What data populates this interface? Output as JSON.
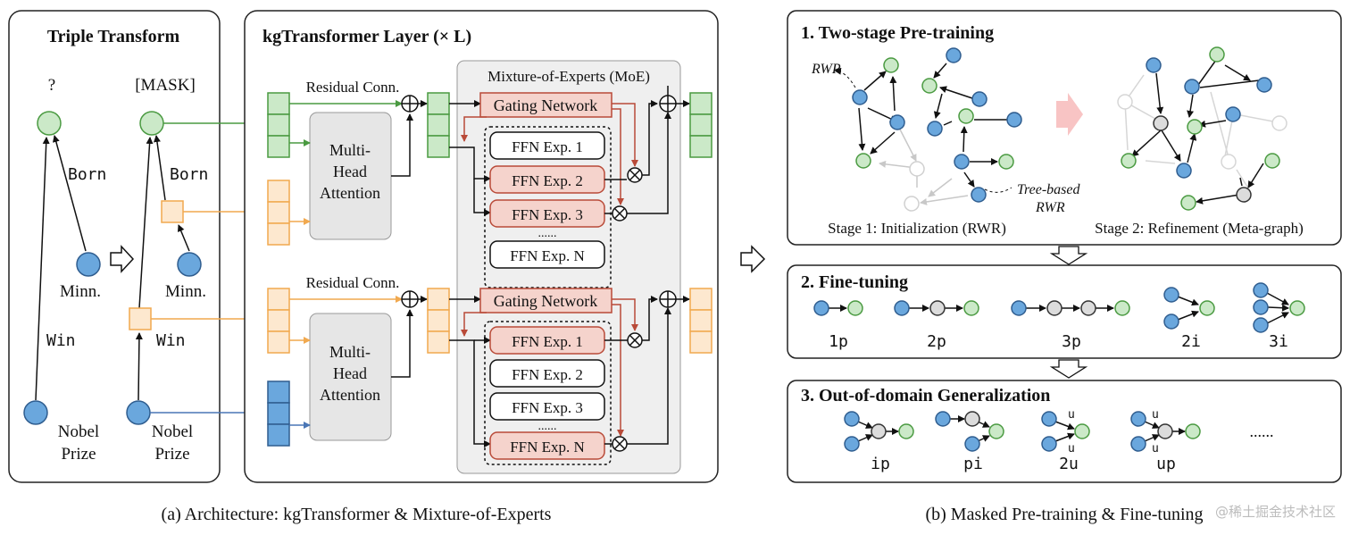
{
  "colors": {
    "green_fill": "#cbe9c8",
    "green_stroke": "#4a9a41",
    "blue_fill": "#6aa7dd",
    "blue_stroke": "#2f5d8f",
    "orange_fill": "#fde8cf",
    "orange_stroke": "#f1a94f",
    "red_fill": "#f5d3cc",
    "red_stroke": "#b94a38",
    "gray_fill": "#dcdcdc",
    "faded": "#d0d0d0"
  },
  "triple": {
    "title": "Triple Transform",
    "question": "?",
    "mask": "[MASK]",
    "born": "Born",
    "win": "Win",
    "minn": "Minn.",
    "nobel1": "Nobel",
    "nobel2": "Prize"
  },
  "layer": {
    "title": "kgTransformer Layer (× L)",
    "residual": "Residual Conn.",
    "mha1": "Multi-",
    "mha2": "Head",
    "mha3": "Attention",
    "moe_title": "Mixture-of-Experts (MoE)",
    "gating": "Gating Network",
    "experts": [
      "FFN Exp. 1",
      "FFN Exp. 2",
      "FFN Exp. 3",
      "FFN Exp. N"
    ],
    "ellipsis": "......"
  },
  "caption_a": "(a) Architecture: kgTransformer & Mixture-of-Experts",
  "caption_b": "(b) Masked Pre-training & Fine-tuning",
  "watermark": "@稀土掘金技术社区",
  "pretrain": {
    "title": "1. Two-stage Pre-training",
    "rwr": "RWR",
    "tree1": "Tree-based",
    "tree2": "RWR",
    "stage1": "Stage 1: Initialization (RWR)",
    "stage2": "Stage 2: Refinement (Meta-graph)"
  },
  "finetune": {
    "title": "2. Fine-tuning",
    "labels": [
      "1p",
      "2p",
      "3p",
      "2i",
      "3i"
    ]
  },
  "ood": {
    "title": "3. Out-of-domain Generalization",
    "labels": [
      "ip",
      "pi",
      "2u",
      "up"
    ],
    "u": "u",
    "dots": "......"
  }
}
